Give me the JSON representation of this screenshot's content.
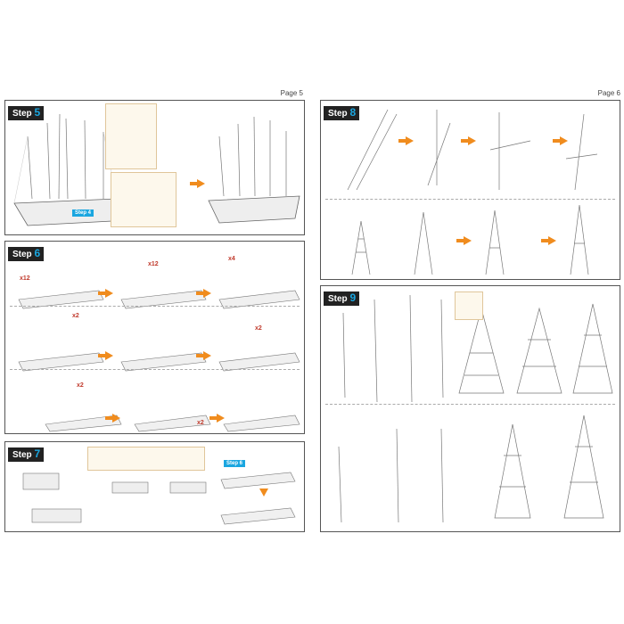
{
  "pages": {
    "left": {
      "label": "Page 5"
    },
    "right": {
      "label": "Page 6"
    }
  },
  "steps": {
    "step5": {
      "prefix": "Step",
      "number": "5",
      "ref": "Step 4"
    },
    "step6": {
      "prefix": "Step",
      "number": "6",
      "qty_a": "x12",
      "qty_b": "x12",
      "qty_c": "x4",
      "qty_d": "x2",
      "qty_e": "x2",
      "qty_f": "x2",
      "qty_g": "x2"
    },
    "step7": {
      "prefix": "Step",
      "number": "7",
      "ref": "Step 6"
    },
    "step8": {
      "prefix": "Step",
      "number": "8"
    },
    "step9": {
      "prefix": "Step",
      "number": "9"
    }
  },
  "colors": {
    "arrow": "#f08c1e",
    "accent": "#1aa6e0",
    "badge": "#222222",
    "qty": "#c0392b"
  }
}
